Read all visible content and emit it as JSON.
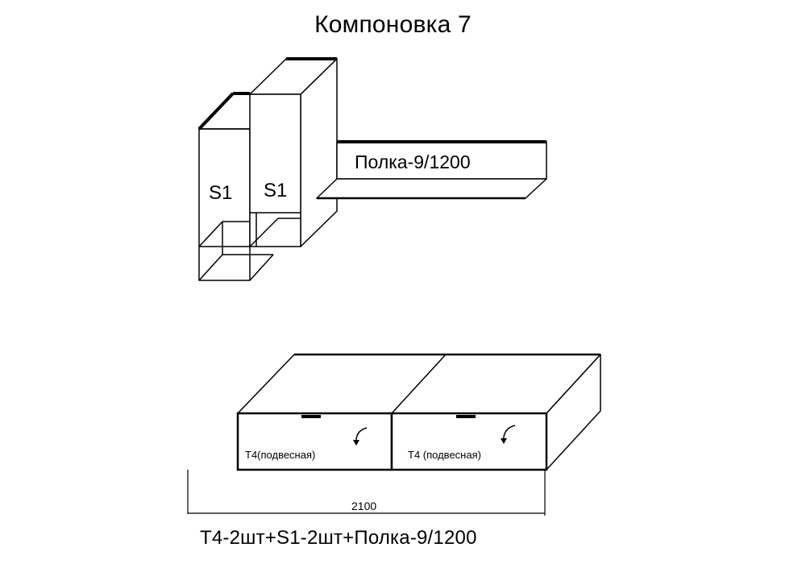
{
  "diagram": {
    "title": "Компоновка 7",
    "upper_cabinets": [
      {
        "label": "S1"
      },
      {
        "label": "S1"
      }
    ],
    "shelf": {
      "label": "Полка-9/1200"
    },
    "lower_units": [
      {
        "label": "T4(подвесная)"
      },
      {
        "label": "T4 (подвесная)"
      }
    ],
    "dimension": {
      "label": "2100"
    },
    "summary": "T4-2шт+S1-2шт+Полка-9/1200"
  }
}
